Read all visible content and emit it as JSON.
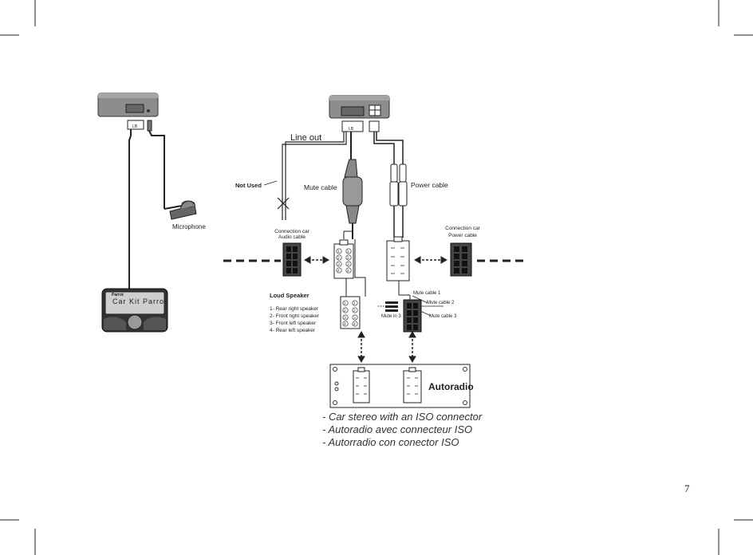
{
  "labels": {
    "line_out": "Line out",
    "not_used": "Not Used",
    "mute_cable": "Mute cable",
    "power_cable": "Power cable",
    "microphone": "Microphone",
    "conn_audio": [
      "Connection car",
      "Audio cable"
    ],
    "conn_power": [
      "Connection car",
      "Power cable"
    ],
    "loud_speaker_title": "Loud Speaker",
    "loud_speaker_items": [
      "1- Rear right speaker",
      "2- Front right speaker",
      "3- Front left speaker",
      "4- Rear left speaker"
    ],
    "mute_cable_1": "Mute cable 1",
    "mute_cable_2": "Mute cable 2",
    "mute_cable_3": "Mute cable 3",
    "mute_in_3": "Mute in 3",
    "autoradio": "Autoradio",
    "device_brand": "Parrot",
    "device_display": "Car Kit Parrot",
    "plug_mark": "LB",
    "pin_numbers": [
      "1",
      "2",
      "3",
      "4"
    ]
  },
  "captions": [
    "- Car stereo with an ISO connector",
    "- Autoradio avec connecteur ISO",
    "- Autorradio con conector ISO"
  ],
  "page_number": "7",
  "colors": {
    "ink": "#222222",
    "device_grey": "#8d8d8d",
    "dark_device": "#333333"
  }
}
